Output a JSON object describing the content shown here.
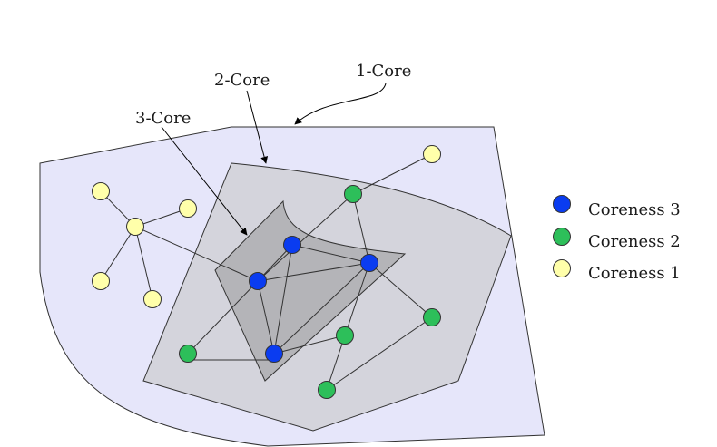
{
  "labels": {
    "core1": "1-Core",
    "core2": "2-Core",
    "core3": "3-Core"
  },
  "legend": [
    {
      "label": "Coreness 3",
      "color": "#0a3cf0"
    },
    {
      "label": "Coreness 2",
      "color": "#2dbf5a"
    },
    {
      "label": "Coreness 1",
      "color": "#ffffaa"
    }
  ],
  "colors": {
    "core1_fill": "#e6e6fa",
    "core2_fill": "#d4d4dc",
    "core3_fill": "#b4b4b8",
    "stroke": "#333333"
  }
}
